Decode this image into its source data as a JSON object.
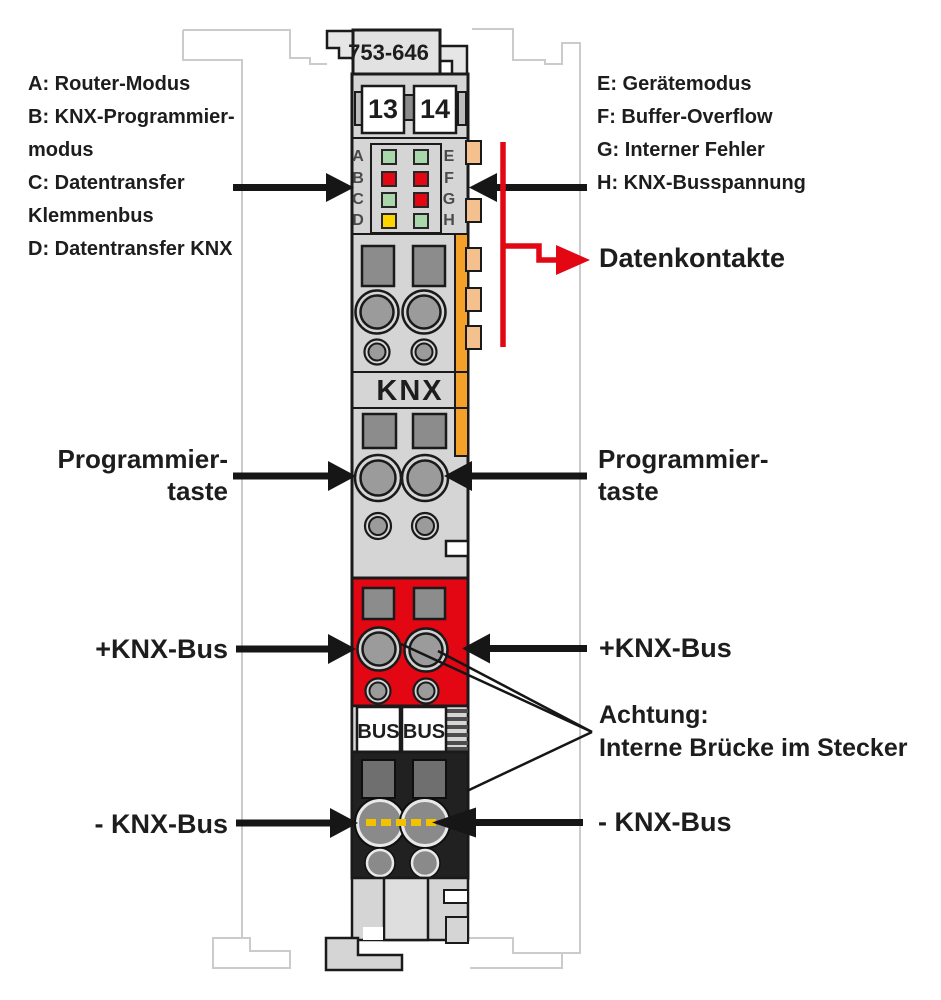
{
  "device": {
    "part_number": "753-646",
    "terminal_left": "13",
    "terminal_right": "14",
    "knx_label": "KNX",
    "bus_label_left": "BUS",
    "bus_label_right": "BUS"
  },
  "leds": {
    "A": {
      "letter": "A",
      "color": "#a9d6ab"
    },
    "B": {
      "letter": "B",
      "color": "#e30613"
    },
    "C": {
      "letter": "C",
      "color": "#a9d6ab"
    },
    "D": {
      "letter": "D",
      "color": "#ffd500"
    },
    "E": {
      "letter": "E",
      "color": "#a9d6ab"
    },
    "F": {
      "letter": "F",
      "color": "#e30613"
    },
    "G": {
      "letter": "G",
      "color": "#e30613"
    },
    "H": {
      "letter": "H",
      "color": "#a9d6ab"
    }
  },
  "legend_left": {
    "line1": "A: Router-Modus",
    "line2": "B: KNX-Programmier-",
    "line3": "modus",
    "line4": "C: Datentransfer",
    "line5": "Klemmenbus",
    "line6": "D: Datentransfer KNX"
  },
  "legend_right": {
    "line1": "E: Gerätemodus",
    "line2": "F: Buffer-Overflow",
    "line3": "G: Interner Fehler",
    "line4": "H: KNX-Busspannung"
  },
  "callouts": {
    "datenkontakte": "Datenkontakte",
    "programmier_left_line1": "Programmier-",
    "programmier_left_line2": "taste",
    "programmier_right_line1": "Programmier-",
    "programmier_right_line2": "taste",
    "knx_plus_left": "+KNX-Bus",
    "knx_plus_right": "+KNX-Bus",
    "knx_minus_left": "- KNX-Bus",
    "knx_minus_right": "- KNX-Bus",
    "achtung_line1": "Achtung:",
    "achtung_line2": "Interne Brücke im Stecker"
  },
  "colors": {
    "wago_red": "#e30613",
    "contact_orange": "#f5a028",
    "contact_tab_orange": "#f4c08d",
    "led_green": "#a9d6ab",
    "led_red": "#e30613",
    "led_yellow": "#ffd500"
  }
}
